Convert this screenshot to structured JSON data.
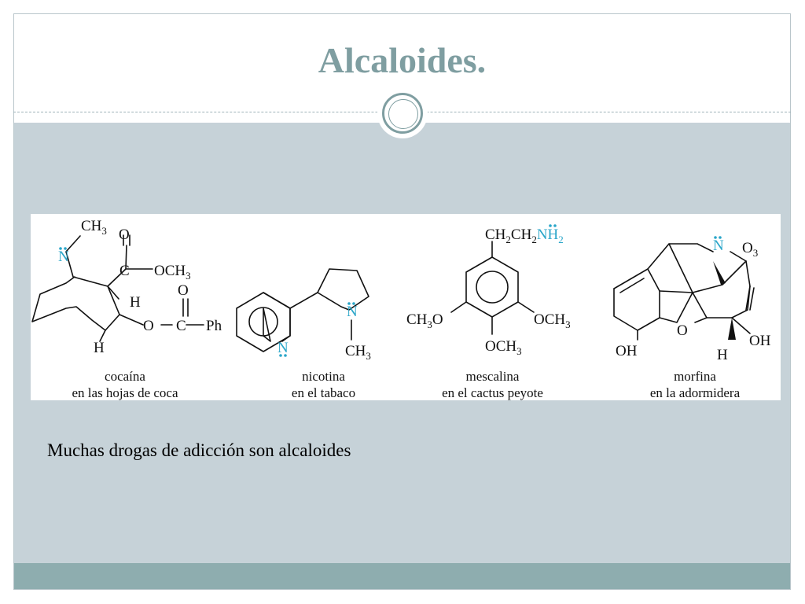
{
  "slide": {
    "title": "Alcaloides.",
    "body_text": "Muchas drogas de adicción son alcaloides"
  },
  "figure": {
    "molecules": [
      {
        "name": "cocaína",
        "source": "en las hojas de coca"
      },
      {
        "name": "nicotina",
        "source": "en el tabaco"
      },
      {
        "name": "mescalina",
        "source": "en el cactus peyote"
      },
      {
        "name": "morfina",
        "source": "en la adormidera"
      }
    ],
    "labels": {
      "ch3": "CH",
      "sub3": "3",
      "sub2": "2",
      "o": "O",
      "n": "N",
      "h": "H",
      "c": "C",
      "ph": "Ph",
      "oh": "OH",
      "och3": "OCH",
      "ch3o": "CH",
      "o_after": "O",
      "ch2": "CH",
      "nh2": "NH",
      "o_dash": "O"
    }
  },
  "colors": {
    "title": "#7f9ea1",
    "panel": "#c6d2d8",
    "footer": "#8eadaf",
    "nitrogen": "#2aa6c9"
  }
}
